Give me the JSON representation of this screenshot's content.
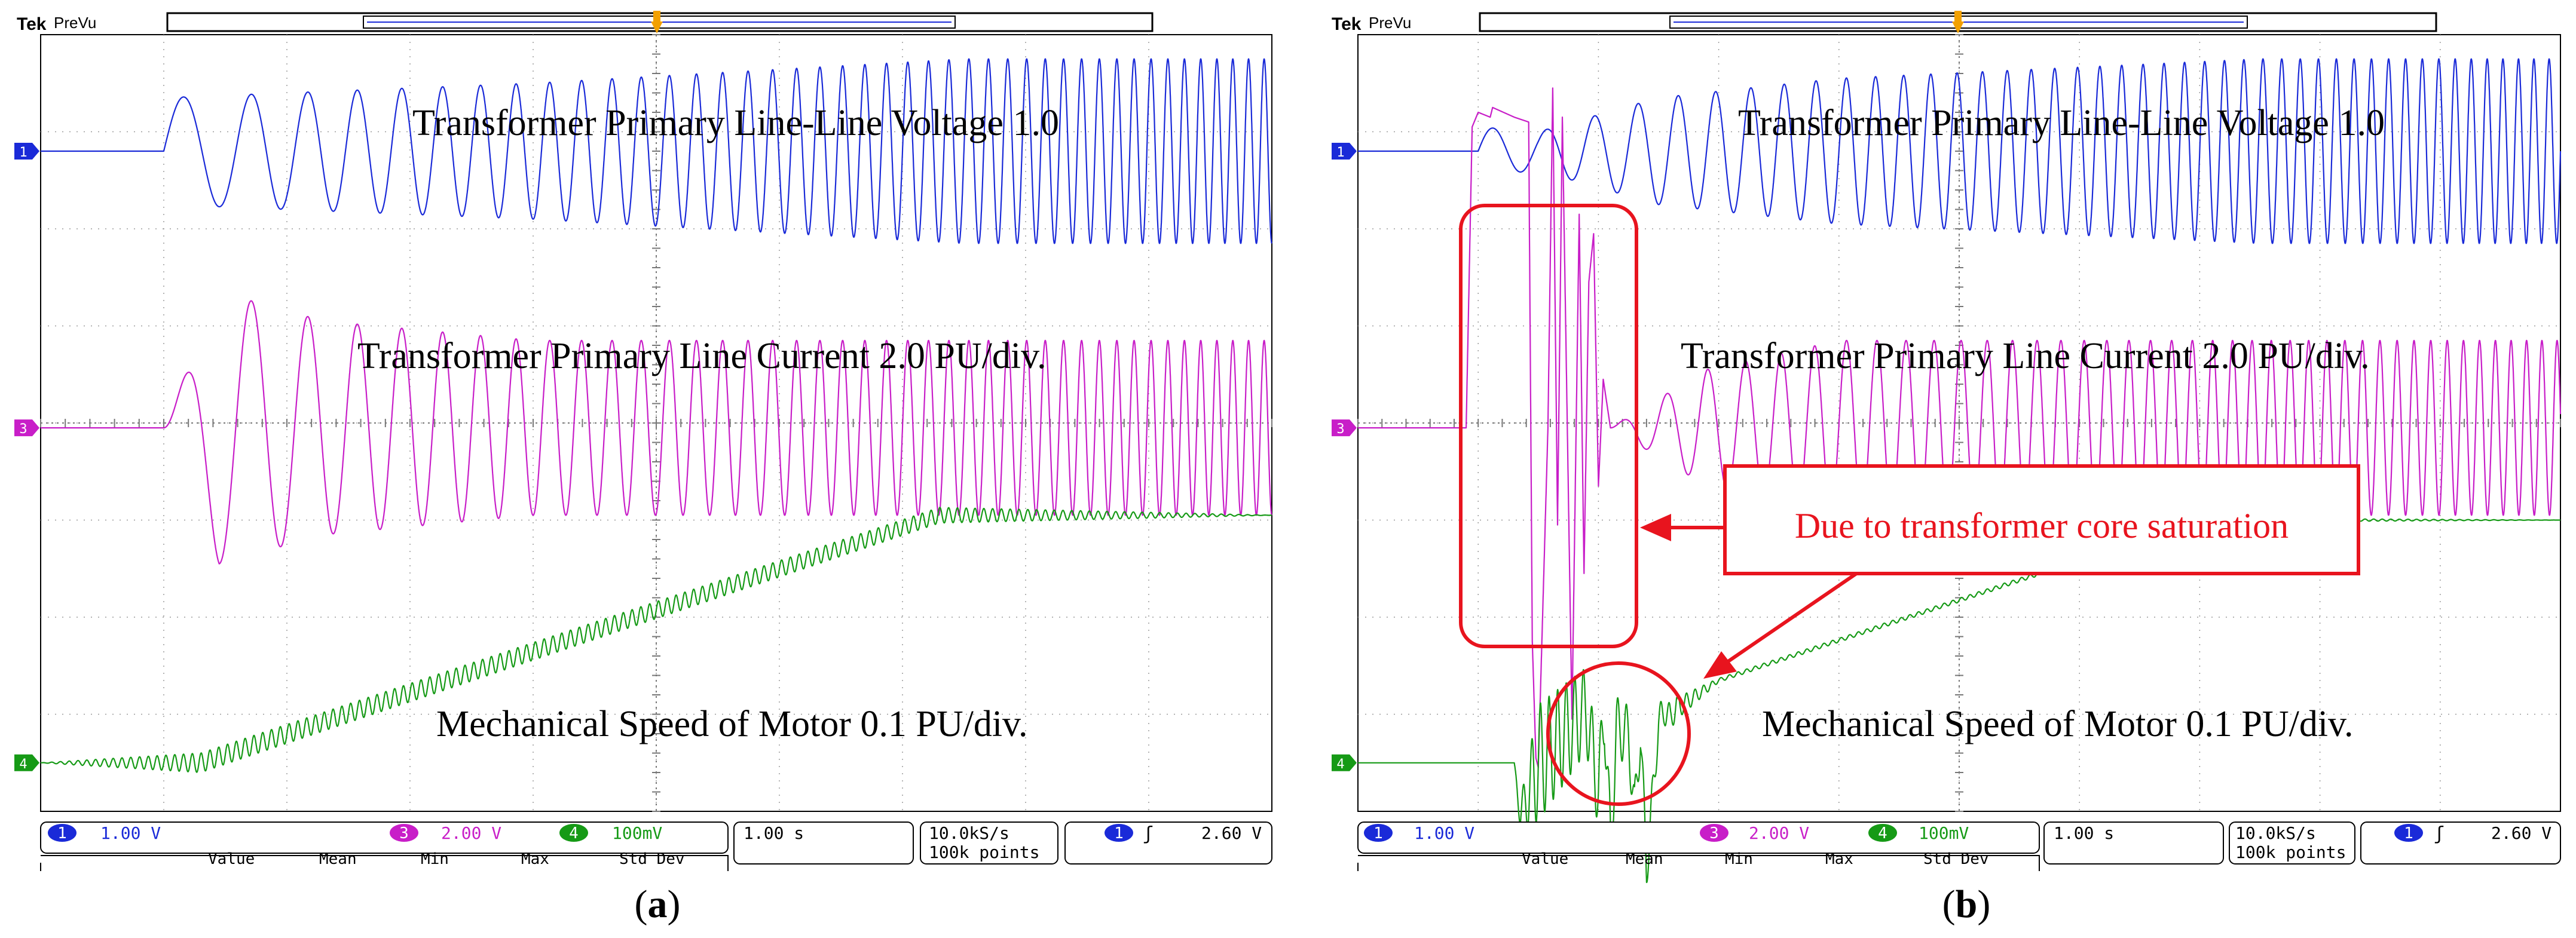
{
  "colors": {
    "ch1": "#1a2ad8",
    "ch3": "#c81ec8",
    "ch4": "#169a16",
    "annotation": "#e8141e",
    "trigger": "#f2a000",
    "grid": "#9a9a9a"
  },
  "panels": [
    {
      "brand": "Tek",
      "mode": "PreVu",
      "caption_open": "(",
      "caption_letter": "a",
      "caption_close": ")",
      "trace_labels": {
        "voltage": "Transformer Primary Line-Line Voltage 1.0",
        "current": "Transformer Primary Line Current 2.0 PU/div.",
        "speed": "Mechanical Speed of Motor 0.1 PU/div."
      },
      "channel_markers": [
        "1",
        "3",
        "4"
      ],
      "readout": {
        "ch1_badge": "1",
        "ch1_scale": "1.00 V",
        "ch3_badge": "3",
        "ch3_scale": "2.00 V",
        "ch4_badge": "4",
        "ch4_scale": "100mV",
        "timebase": "1.00 s",
        "sample_rate": "10.0kS/s",
        "record_length": "100k points",
        "trig_badge": "1",
        "trig_slope": "ʃ",
        "trig_level": "2.60 V"
      },
      "measurement_headers": [
        "Value",
        "Mean",
        "Min",
        "Max",
        "Std Dev"
      ],
      "annotation": null
    },
    {
      "brand": "Tek",
      "mode": "PreVu",
      "caption_open": "(",
      "caption_letter": "b",
      "caption_close": ")",
      "trace_labels": {
        "voltage": "Transformer Primary Line-Line Voltage 1.0",
        "current": "Transformer Primary Line Current 2.0 PU/div.",
        "speed": "Mechanical Speed of Motor 0.1 PU/div."
      },
      "channel_markers": [
        "1",
        "3",
        "4"
      ],
      "readout": {
        "ch1_badge": "1",
        "ch1_scale": "1.00 V",
        "ch3_badge": "3",
        "ch3_scale": "2.00 V",
        "ch4_badge": "4",
        "ch4_scale": "100mV",
        "timebase": "1.00 s",
        "sample_rate": "10.0kS/s",
        "record_length": "100k points",
        "trig_badge": "1",
        "trig_slope": "ʃ",
        "trig_level": "2.60 V"
      },
      "measurement_headers": [
        "Value",
        "Mean",
        "Min",
        "Max",
        "Std Dev"
      ],
      "annotation": {
        "text": "Due to transformer core saturation"
      }
    }
  ],
  "chart_data": [
    {
      "type": "line",
      "title": "",
      "xlabel": "",
      "ylabel": "",
      "x_unit": "s",
      "xlim": [
        -1.0,
        9.0
      ],
      "ylim_div": [
        -4,
        4
      ],
      "series": [
        {
          "name": "Transformer Primary Line-Line Voltage 1.0",
          "channel": "1",
          "scale": "1.00 V",
          "offset_div": 2.8,
          "x": [
            -1.0,
            0.0,
            0.0,
            3.0,
            6.5,
            9.0
          ],
          "y": [
            0.0,
            0.0,
            0.55,
            0.7,
            0.95,
            0.95
          ],
          "start_time": 0.0,
          "start_freq_hz": 1.5,
          "end_freq_hz": 8.0,
          "freq_ramp_end": 9.0,
          "waveform": "sine"
        },
        {
          "name": "Transformer Primary Line Current 2.0 PU/div.",
          "channel": "3",
          "scale": "2.00 V",
          "offset_div": -0.05,
          "x": [
            -1.0,
            0.0,
            0.0,
            0.45,
            1.3,
            3.0,
            9.0
          ],
          "y": [
            0.0,
            0.0,
            0.0,
            1.4,
            1.1,
            0.9,
            0.9
          ],
          "start_time": 0.0,
          "start_freq_hz": 1.5,
          "end_freq_hz": 8.0,
          "freq_ramp_end": 9.0,
          "waveform": "sine"
        },
        {
          "name": "Mechanical Speed of Motor 0.1 PU/div.",
          "channel": "4",
          "scale": "100mV",
          "offset_div": -3.5,
          "x": [
            -1.0,
            0.3,
            6.3,
            9.0
          ],
          "y": [
            0.0,
            0.0,
            2.55,
            2.55
          ],
          "ripple_amp": [
            0.0,
            0.1,
            0.08,
            0.0
          ]
        }
      ],
      "trigger": {
        "time": 3.0,
        "level": "2.60 V"
      }
    },
    {
      "type": "line",
      "title": "",
      "xlabel": "",
      "ylabel": "",
      "x_unit": "s",
      "xlim": [
        -1.0,
        9.0
      ],
      "ylim_div": [
        -4,
        4
      ],
      "series": [
        {
          "name": "Transformer Primary Line-Line Voltage 1.0",
          "channel": "1",
          "scale": "1.00 V",
          "offset_div": 2.8,
          "x": [
            -1.0,
            -0.1,
            0.0,
            0.5,
            1.5,
            3.0,
            6.5,
            9.0
          ],
          "y": [
            0.0,
            0.0,
            0.25,
            0.2,
            0.55,
            0.75,
            0.95,
            0.95
          ],
          "start_time": 0.0,
          "start_freq_hz": 2.0,
          "end_freq_hz": 8.0,
          "freq_ramp_end": 9.0,
          "waveform": "sine"
        },
        {
          "name": "Transformer Primary Line Current 2.0 PU/div.",
          "channel": "3",
          "scale": "2.00 V",
          "offset_div": -0.05,
          "x": [
            -1.0,
            -0.1,
            1.1,
            1.9,
            3.0,
            9.0
          ],
          "y": [
            0.0,
            0.0,
            0.0,
            0.6,
            0.9,
            0.9
          ],
          "start_time": 1.1,
          "start_freq_hz": 2.5,
          "end_freq_hz": 8.0,
          "freq_ramp_end": 9.0,
          "waveform": "sine",
          "saturation_burst": {
            "x": [
              -0.1,
              -0.05,
              0.0,
              0.1,
              0.12,
              0.3,
              0.42,
              0.45,
              0.48,
              0.5,
              0.58,
              0.62,
              0.66,
              0.7,
              0.78,
              0.84,
              0.88,
              0.92,
              0.96,
              1.0,
              1.04,
              1.1
            ],
            "y": [
              0.0,
              3.1,
              3.25,
              3.2,
              3.3,
              3.2,
              3.15,
              -2.2,
              -3.4,
              -3.5,
              0.0,
              3.5,
              -1.0,
              3.2,
              -3.0,
              2.2,
              -1.5,
              1.5,
              2.0,
              -0.6,
              0.5,
              0.0
            ]
          }
        },
        {
          "name": "Mechanical Speed of Motor 0.1 PU/div.",
          "channel": "4",
          "scale": "100mV",
          "offset_div": -3.5,
          "x": [
            -1.0,
            0.3,
            0.5,
            1.7,
            2.0,
            6.0,
            9.0
          ],
          "y": [
            0.0,
            0.0,
            0.0,
            0.6,
            0.85,
            2.5,
            2.5
          ],
          "disturbance": {
            "x": [
              0.3,
              0.35,
              0.5,
              0.9,
              1.0,
              1.05,
              1.1,
              1.15,
              1.25,
              1.3,
              1.35,
              1.4,
              1.5,
              1.55,
              1.6,
              1.65
            ],
            "y": [
              0.0,
              -0.55,
              0.0,
              0.55,
              -0.3,
              0.55,
              -0.85,
              0.35,
              0.3,
              -0.5,
              0.3,
              -1.1,
              0.4,
              0.55,
              0.45,
              0.6
            ]
          },
          "ripple_amp": [
            0.0,
            0.0,
            0.6,
            0.1,
            0.02,
            0.02,
            0.0
          ]
        }
      ],
      "trigger": {
        "time": 3.0,
        "level": "2.60 V"
      }
    }
  ]
}
